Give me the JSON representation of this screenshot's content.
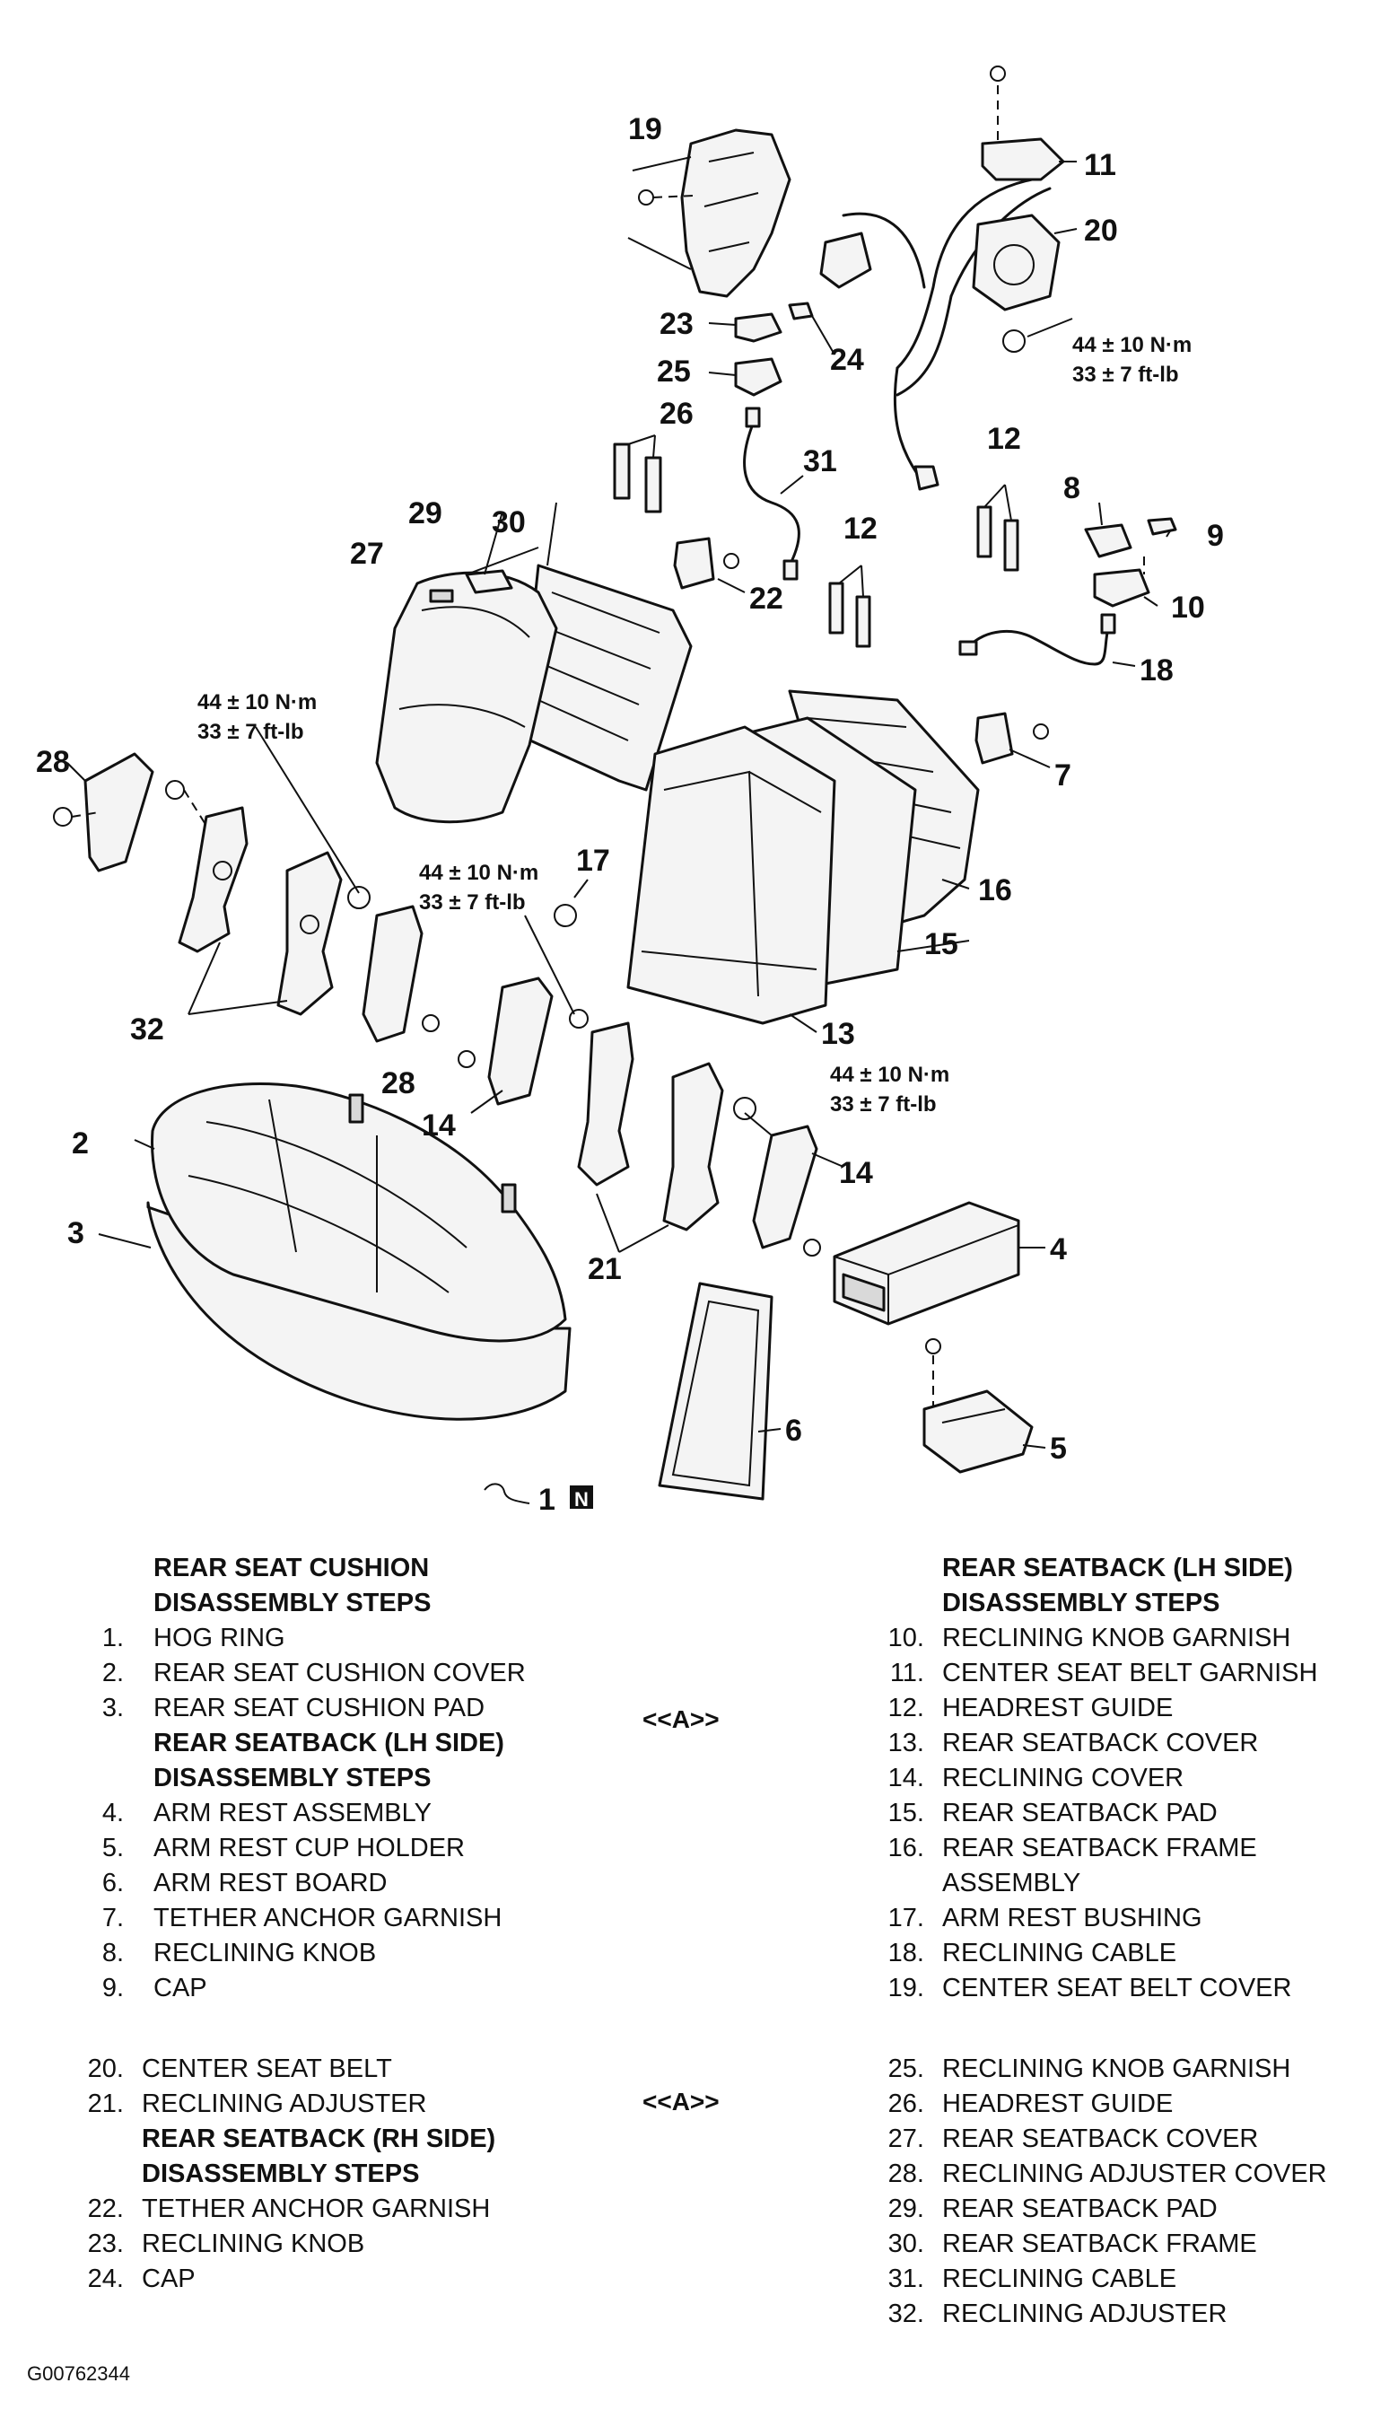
{
  "callouts": {
    "c1": "1",
    "c2": "2",
    "c3": "3",
    "c4": "4",
    "c5": "5",
    "c6": "6",
    "c7": "7",
    "c8": "8",
    "c9": "9",
    "c10": "10",
    "c11": "11",
    "c12a": "12",
    "c12b": "12",
    "c13": "13",
    "c14a": "14",
    "c14b": "14",
    "c15": "15",
    "c16": "16",
    "c17": "17",
    "c18": "18",
    "c19": "19",
    "c20": "20",
    "c21": "21",
    "c22": "22",
    "c23": "23",
    "c24": "24",
    "c25": "25",
    "c26": "26",
    "c27": "27",
    "c28a": "28",
    "c28b": "28",
    "c29": "29",
    "c30": "30",
    "c31": "31",
    "c32": "32",
    "non_reusable_mark": "N"
  },
  "torque": {
    "nm": "44 ± 10 N·m",
    "ftlb": "33 ± 7 ft-lb"
  },
  "legend": {
    "col1": {
      "heading_lines": [
        "REAR SEAT CUSHION",
        "DISASSEMBLY STEPS"
      ],
      "items_a": [
        {
          "num": "1.",
          "label": "HOG RING"
        },
        {
          "num": "2.",
          "label": "REAR SEAT CUSHION COVER"
        },
        {
          "num": "3.",
          "label": "REAR SEAT CUSHION PAD"
        }
      ],
      "heading2_lines": [
        "REAR SEATBACK (LH SIDE)",
        "DISASSEMBLY STEPS"
      ],
      "items_b": [
        {
          "num": "4.",
          "label": "ARM REST ASSEMBLY"
        },
        {
          "num": "5.",
          "label": "ARM REST CUP HOLDER"
        },
        {
          "num": "6.",
          "label": "ARM REST BOARD"
        },
        {
          "num": "7.",
          "label": "TETHER ANCHOR GARNISH"
        },
        {
          "num": "8.",
          "label": "RECLINING KNOB"
        },
        {
          "num": "9.",
          "label": "CAP"
        }
      ]
    },
    "col2": {
      "heading_lines": [
        "REAR SEATBACK (LH SIDE)",
        "DISASSEMBLY STEPS"
      ],
      "items": [
        {
          "num": "10.",
          "label": "RECLINING KNOB GARNISH"
        },
        {
          "num": "11.",
          "label": "CENTER SEAT BELT GARNISH"
        },
        {
          "num": "12.",
          "label": "HEADREST GUIDE"
        },
        {
          "num": "13.",
          "label": "REAR SEATBACK COVER"
        },
        {
          "num": "14.",
          "label": "RECLINING COVER"
        },
        {
          "num": "15.",
          "label": "REAR SEATBACK PAD"
        },
        {
          "num": "16.",
          "label": "REAR SEATBACK FRAME"
        },
        {
          "num": "",
          "label": "ASSEMBLY"
        },
        {
          "num": "17.",
          "label": "ARM REST BUSHING"
        },
        {
          "num": "18.",
          "label": "RECLINING CABLE"
        },
        {
          "num": "19.",
          "label": "CENTER SEAT BELT COVER"
        }
      ]
    },
    "col3": {
      "items_a": [
        {
          "num": "20.",
          "label": "CENTER SEAT BELT"
        },
        {
          "num": "21.",
          "label": "RECLINING ADJUSTER"
        }
      ],
      "heading_lines": [
        "REAR SEATBACK (RH SIDE)",
        "DISASSEMBLY STEPS"
      ],
      "items_b": [
        {
          "num": "22.",
          "label": "TETHER ANCHOR GARNISH"
        },
        {
          "num": "23.",
          "label": "RECLINING KNOB"
        },
        {
          "num": "24.",
          "label": "CAP"
        }
      ]
    },
    "col4": {
      "items": [
        {
          "num": "25.",
          "label": "RECLINING KNOB GARNISH"
        },
        {
          "num": "26.",
          "label": "HEADREST GUIDE"
        },
        {
          "num": "27.",
          "label": "REAR SEATBACK COVER"
        },
        {
          "num": "28.",
          "label": "RECLINING ADJUSTER COVER"
        },
        {
          "num": "29.",
          "label": "REAR SEATBACK PAD"
        },
        {
          "num": "30.",
          "label": "REAR SEATBACK FRAME"
        },
        {
          "num": "31.",
          "label": "RECLINING CABLE"
        },
        {
          "num": "32.",
          "label": "RECLINING ADJUSTER"
        }
      ]
    },
    "ref_3": "<<A>>",
    "ref_21": "<<A>>"
  },
  "figure_id": "G00762344"
}
